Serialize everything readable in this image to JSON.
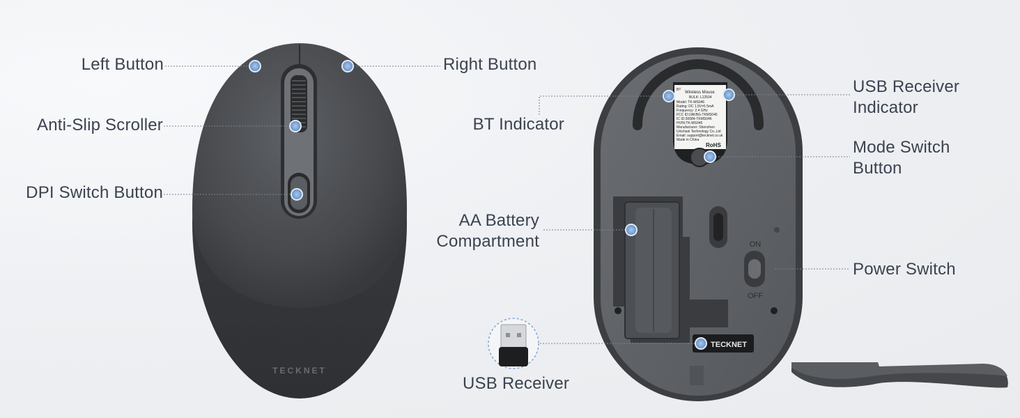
{
  "callouts": {
    "left_button": "Left Button",
    "right_button": "Right Button",
    "anti_slip_scroller": "Anti-Slip Scroller",
    "dpi_switch_button": "DPI Switch Button",
    "bt_indicator": "BT Indicator",
    "usb_receiver_indicator_1": "USB Receiver",
    "usb_receiver_indicator_2": "Indicator",
    "mode_switch_button_1": "Mode Switch",
    "mode_switch_button_2": "Button",
    "aa_battery_1": "AA Battery",
    "aa_battery_2": "Compartment",
    "power_switch": "Power Switch",
    "usb_receiver": "USB Receiver"
  },
  "brand": {
    "top_logo": "TECKNET",
    "receiver_logo": "TECKNET"
  },
  "bottom_label": {
    "bt": "BT",
    "title": "Wireless Mouse",
    "bulk": "BULK: L12504",
    "model": "Model: TK-MS046",
    "rating": "Rating: DC 1.5V=5 5mA",
    "frequency": "Frequency: 2.4 GHz",
    "fcc": "FCC ID:2AKBG-TKMS046",
    "ic": "IC ID:30084-TKMS046",
    "hvin": "HVIN:TK-MS046",
    "manufacturer": "Manufacturer: Shenzhen",
    "company": "Unichain Technology Co.,Ltd",
    "email": "Email: support@tecknet.co.uk",
    "made_in": "Made in China",
    "rohs": "RoHS"
  },
  "switch": {
    "on": "ON",
    "off": "OFF"
  },
  "colors": {
    "mouse_body": "#4a4c50",
    "underside": "#5c5f63",
    "dot": "#8fb2dd",
    "leader": "#7a8595",
    "background": "#eef0f3"
  }
}
